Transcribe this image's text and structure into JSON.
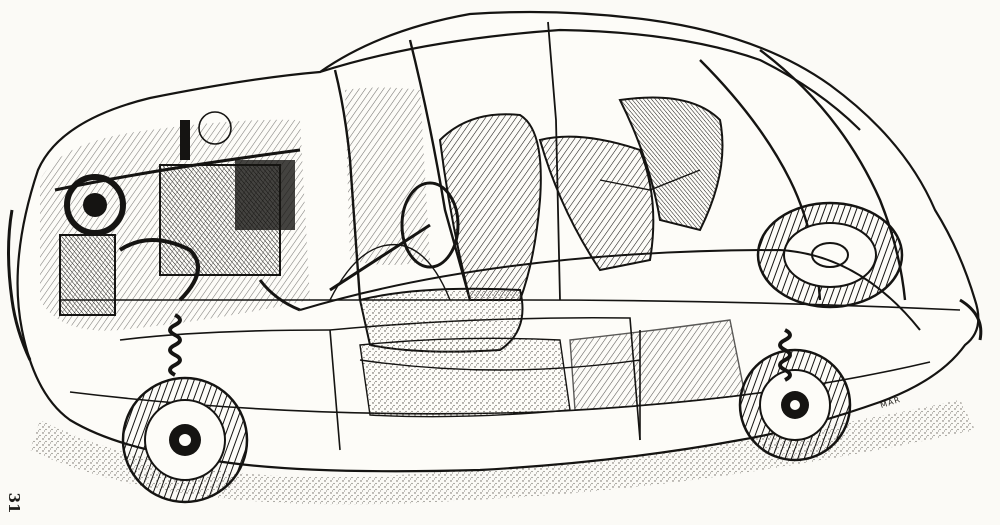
{
  "page": {
    "number": "31",
    "signature": "MAR",
    "ink_color": "#151412",
    "paper_color": "#fbfaf6",
    "stipple_color": "#4a463f"
  },
  "illustration": {
    "subject": "cutaway-car-drawing",
    "parts": [
      "car-body-shell",
      "engine-bay",
      "front-wheel",
      "rear-wheel",
      "spare-tire",
      "front-seat",
      "rear-seat",
      "steering-wheel",
      "windshield-frame",
      "rear-window-frame",
      "door-outline",
      "floor-stipple",
      "ground-shadow"
    ]
  }
}
